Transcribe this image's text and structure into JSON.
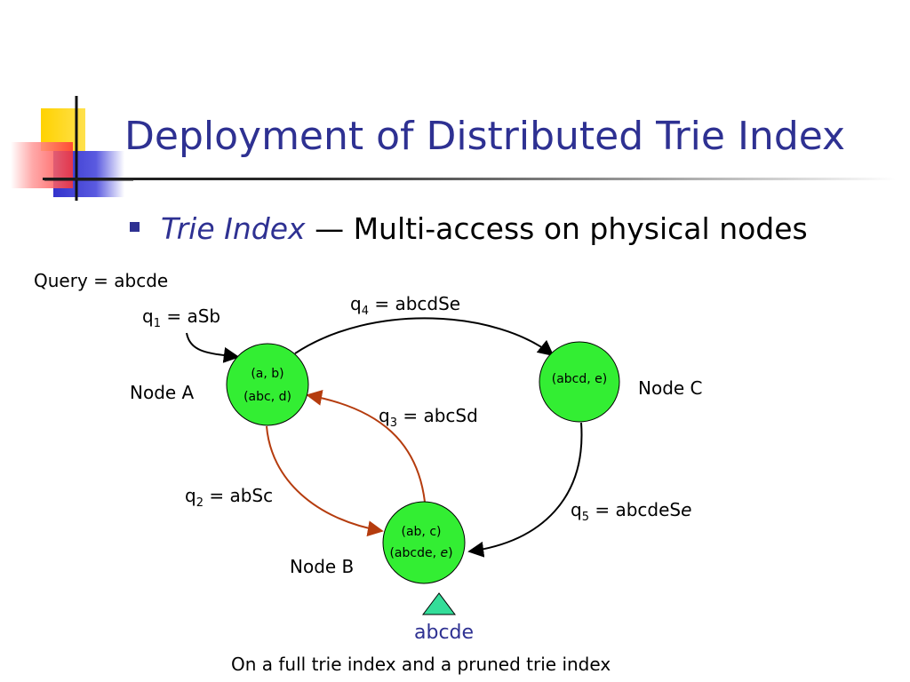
{
  "slide": {
    "title": "Deployment of Distributed Trie Index",
    "bullet": {
      "emphasis": "Trie Index",
      "dash": "—",
      "text": "Multi-access on physical nodes"
    },
    "query_label": "Query = abcde",
    "caption": "On a full trie index and a pruned trie index",
    "vertex_label": "abcde"
  },
  "nodes": {
    "a": {
      "name": "Node A",
      "entries": [
        "(a, b)",
        "(abc, d)"
      ]
    },
    "b": {
      "name": "Node B",
      "entries": [
        "(ab, c)"
      ],
      "entry2_prefix": "(abcde, ",
      "entry2_em": "e",
      "entry2_suffix": ")"
    },
    "c": {
      "name": "Node C",
      "entries": [
        "(abcd, e)"
      ]
    }
  },
  "queries": {
    "q1": {
      "q": "q",
      "sub": "1",
      "rest": " = aSb"
    },
    "q2": {
      "q": "q",
      "sub": "2",
      "rest": " = abSc"
    },
    "q3": {
      "q": "q",
      "sub": "3",
      "rest": " = abcSd"
    },
    "q4": {
      "q": "q",
      "sub": "4",
      "rest": " = abcdSe"
    },
    "q5": {
      "q": "q",
      "sub": "5",
      "rest": " = abcdeS",
      "em": "e"
    }
  },
  "colors": {
    "title": "#2e3192",
    "node_fill": "#33ee33",
    "edge_black": "#000000",
    "edge_red": "#b53c0e",
    "triangle": "#33dd99",
    "logo_yellow": "#ffd200",
    "logo_blue": "#3333cc",
    "logo_red": "#ff3333"
  }
}
